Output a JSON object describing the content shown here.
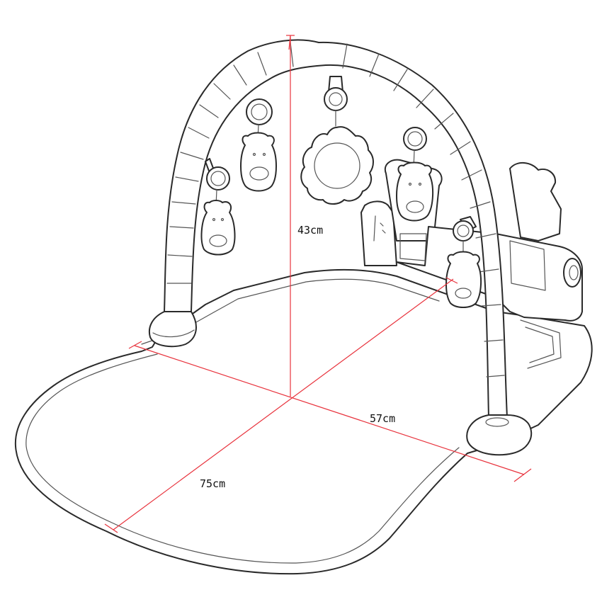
{
  "colors": {
    "dimension": "#e8323c",
    "outline": "#2a2a2a"
  },
  "icons": {
    "product": "baby-play-gym-outline",
    "mirror": "sun-mirror-toy",
    "bear": "bear-rattle-toy"
  },
  "dimensions": {
    "height": {
      "label": "43cm",
      "value": 43,
      "unit": "cm"
    },
    "width": {
      "label": "57cm",
      "value": 57,
      "unit": "cm"
    },
    "length": {
      "label": "75cm",
      "value": 75,
      "unit": "cm"
    }
  }
}
